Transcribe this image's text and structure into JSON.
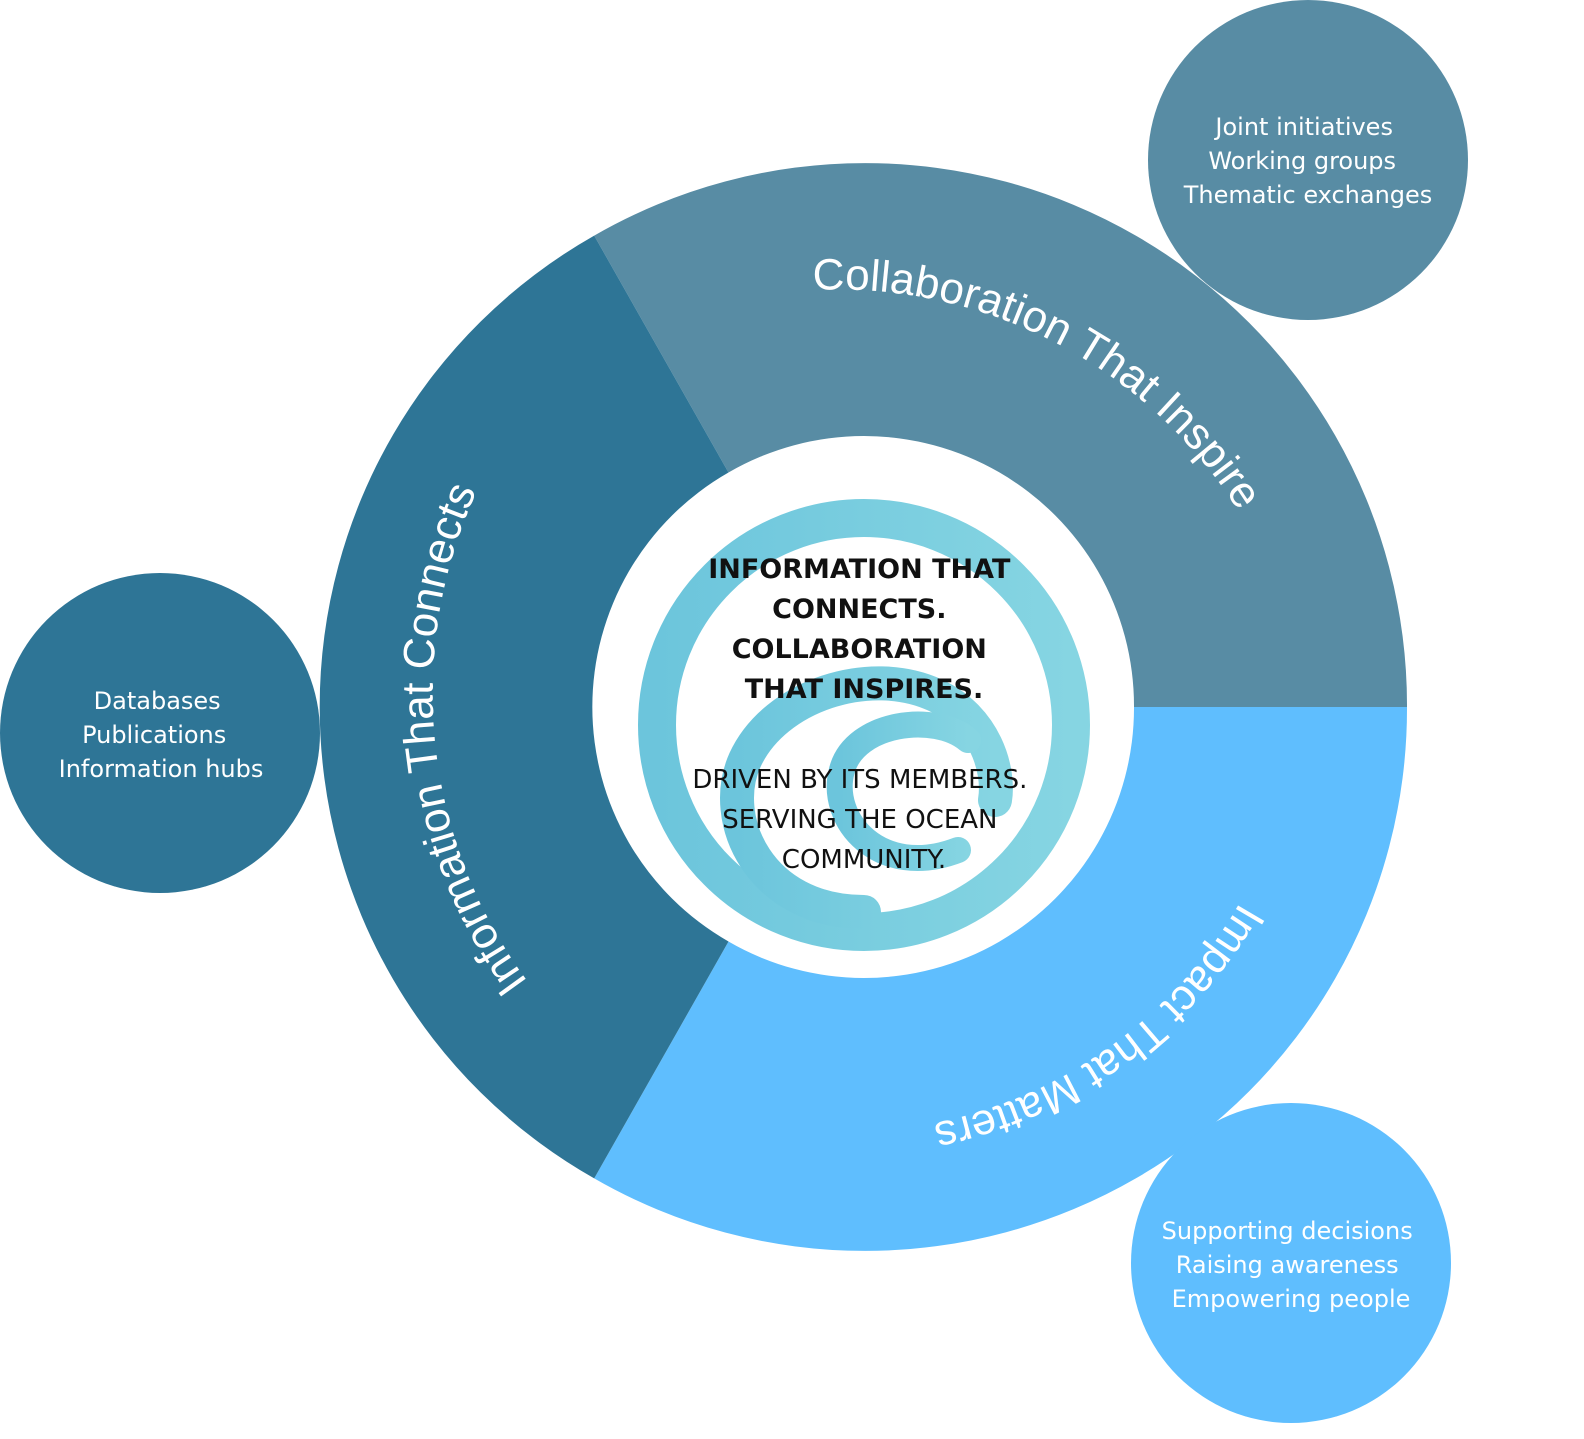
{
  "colors": {
    "information": "#2e7596",
    "collaboration": "#588ca4",
    "impact": "#5fbefe",
    "logo_start": "#6cc5dc",
    "logo_end": "#86d5e2"
  },
  "segments": {
    "information": {
      "label": "Information That Connects"
    },
    "collaboration": {
      "label": "Collaboration That Inspires"
    },
    "impact": {
      "label": "Impact That Matters"
    }
  },
  "bubbles": {
    "collaboration": {
      "lines": [
        "Joint initiatives",
        "Working groups",
        "Thematic exchanges"
      ]
    },
    "information": {
      "lines": [
        "Databases",
        "Publications",
        "Information hubs"
      ]
    },
    "impact": {
      "lines": [
        "Supporting decisions",
        "Raising awareness",
        "Empowering people"
      ]
    }
  },
  "center": {
    "headline": [
      "INFORMATION THAT",
      "CONNECTS.",
      "COLLABORATION",
      "THAT INSPIRES."
    ],
    "tagline": [
      "DRIVEN BY ITS MEMBERS.",
      "SERVING THE OCEAN",
      "COMMUNITY."
    ]
  }
}
